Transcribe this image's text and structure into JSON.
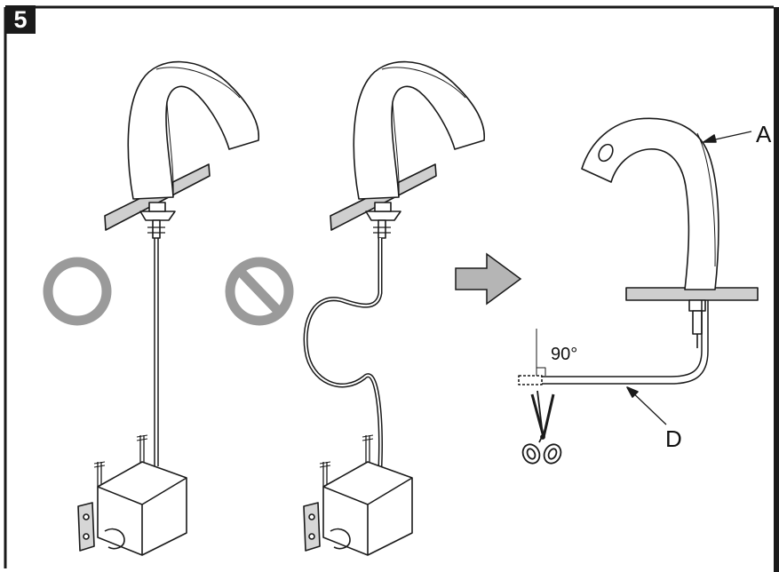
{
  "diagram": {
    "step_number": "5",
    "labels": {
      "faucet": "A",
      "hose": "D",
      "angle": "90°"
    },
    "panels": [
      {
        "name": "correct-routing",
        "symbol": "ok-circle-icon"
      },
      {
        "name": "incorrect-looped-routing",
        "symbol": "prohibited-icon"
      },
      {
        "name": "cut-hose-instruction",
        "symbol": "scissors-icon"
      }
    ],
    "colors": {
      "frame": "#1a1a1a",
      "symbol_gray": "#9a9a9a",
      "arrow_gray": "#b5b5b5",
      "line": "#1a1a1a"
    }
  }
}
